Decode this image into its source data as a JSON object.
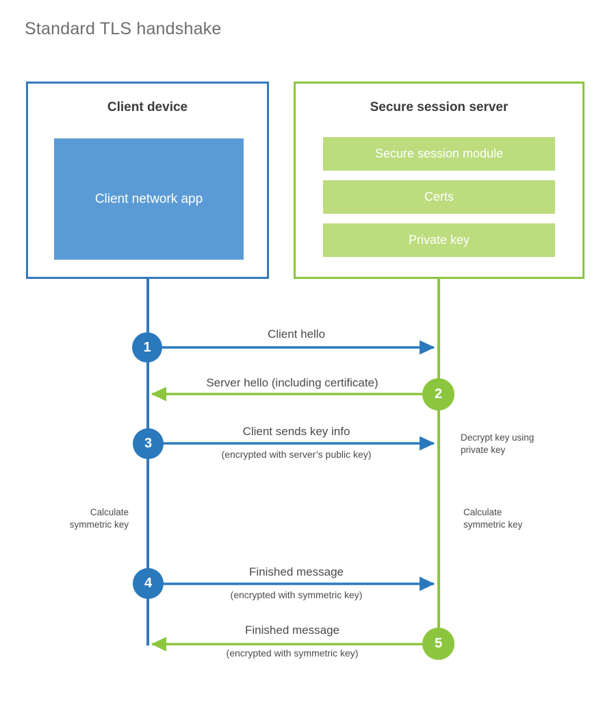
{
  "title": "Standard TLS handshake",
  "colors": {
    "client_border": "#3279bb",
    "client_fill": "#5b9bd5",
    "client_accent": "#2b79bd",
    "server_border": "#8cc63f",
    "server_fill": "#bcdc7e",
    "server_accent": "#8cc63f",
    "title_text": "#6e6e6e",
    "body_text": "#4a4a4a",
    "heading_text": "#3b3b3b",
    "background": "#ffffff"
  },
  "participants": [
    {
      "id": "client",
      "title": "Client device",
      "inner_label": "Client network app"
    },
    {
      "id": "server",
      "title": "Secure session server",
      "components": [
        "Secure session module",
        "Certs",
        "Private key"
      ]
    }
  ],
  "steps": [
    {
      "number": "1",
      "direction": "client-to-server",
      "label": "Client hello",
      "sublabel": ""
    },
    {
      "number": "2",
      "direction": "server-to-client",
      "label": "Server hello (including certificate)",
      "sublabel": ""
    },
    {
      "number": "3",
      "direction": "client-to-server",
      "label": "Client sends key info",
      "sublabel": "(encrypted with server’s public key)"
    },
    {
      "number": "4",
      "direction": "client-to-server",
      "label": "Finished message",
      "sublabel": "(encrypted with symmetric key)"
    },
    {
      "number": "5",
      "direction": "server-to-client",
      "label": "Finished message",
      "sublabel": "(encrypted with symmetric key)"
    }
  ],
  "annotations": {
    "decrypt_note": "Decrypt key using\nprivate key",
    "client_calculate_note": "Calculate\nsymmetric key",
    "server_calculate_note": "Calculate\nsymmetric key"
  }
}
